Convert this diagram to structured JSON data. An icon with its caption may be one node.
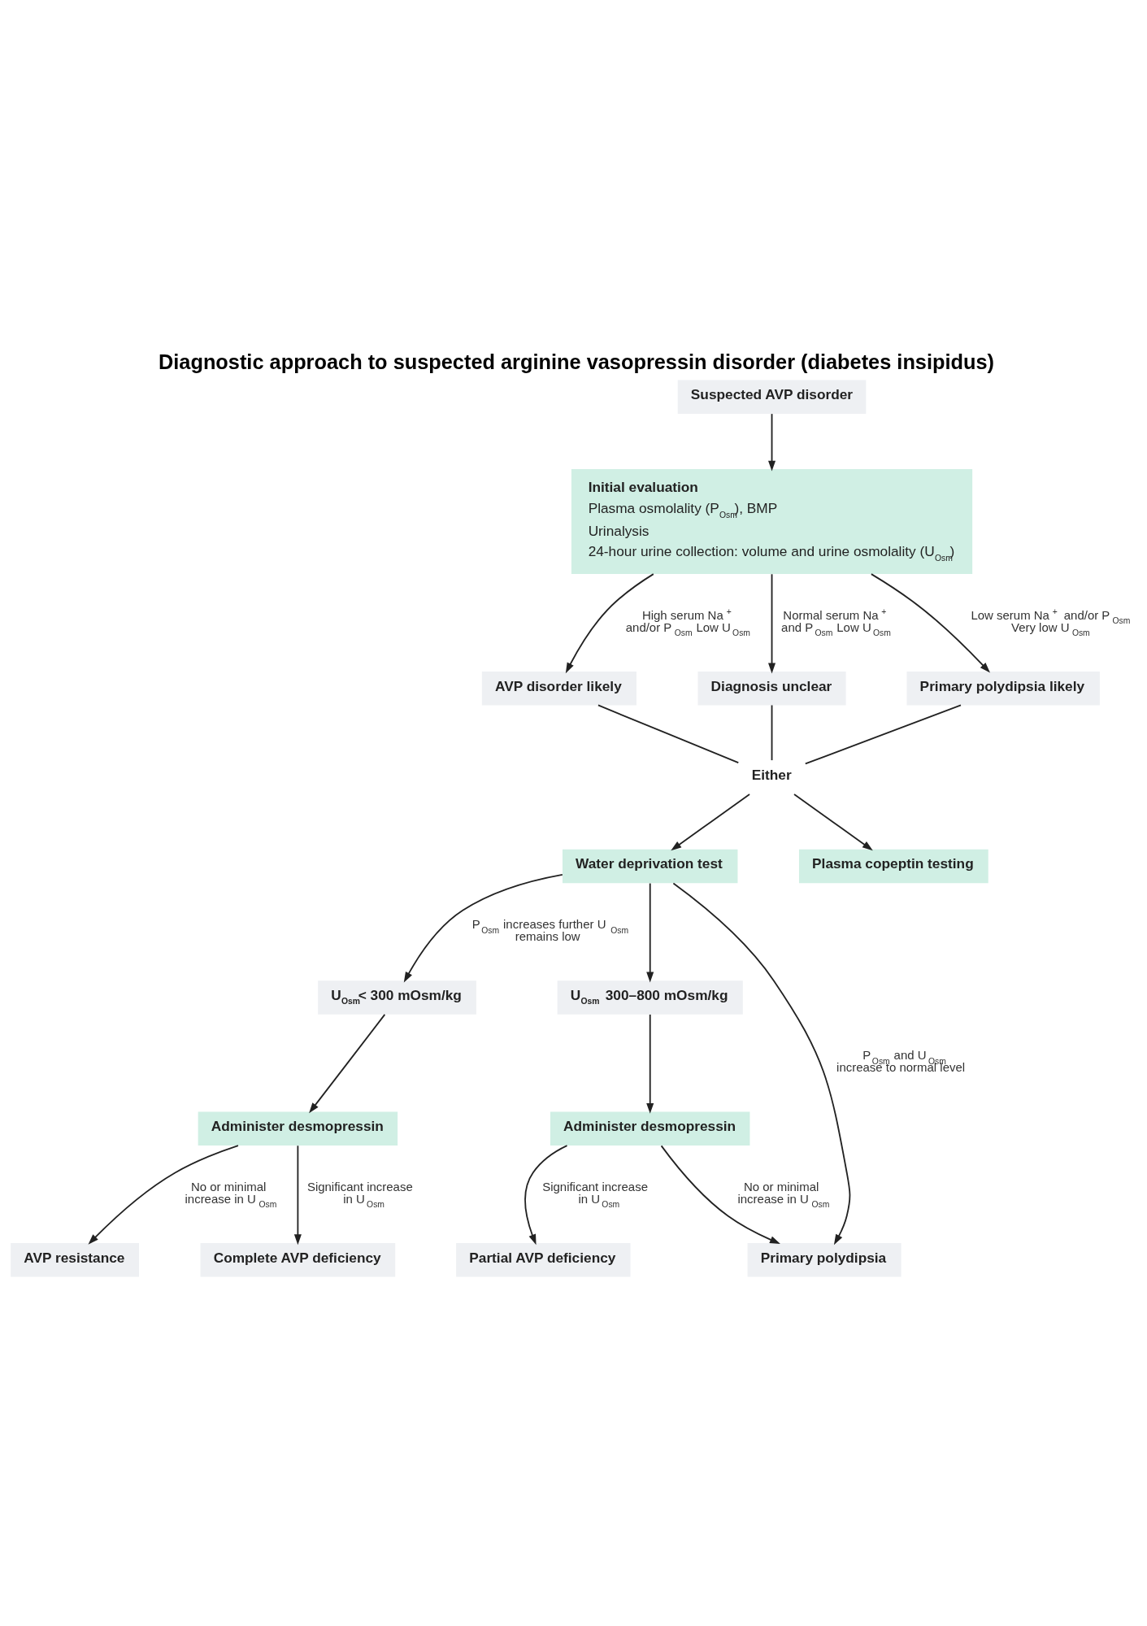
{
  "diagram": {
    "title": "Diagnostic approach to suspected arginine vasopressin disorder (diabetes insipidus)",
    "nodes": [
      {
        "text": [
          "Suspected AVP disorder"
        ]
      },
      {
        "text": [
          "Initial evaluation",
          "Plasma osmolality (P$_{Osm}$), BMP",
          "Urinalysis",
          "24-hour urine collection: volume and urine osmolality (U$_{Osm}$)"
        ]
      },
      {
        "text": [
          "AVP disorder likely"
        ]
      },
      {
        "text": [
          "Diagnosis unclear"
        ]
      },
      {
        "text": [
          "Primary polydipsia likely"
        ]
      },
      {
        "text": [
          "Either"
        ]
      },
      {
        "text": [
          "Water deprivation test"
        ]
      },
      {
        "text": [
          "Plasma copeptin testing"
        ]
      },
      {
        "text": [
          "U$_{Osm}$< 300 mOsm/kg"
        ]
      },
      {
        "text": [
          "U$_{Osm}$ 300–800 mOsm/kg"
        ]
      },
      {
        "text": [
          "Administer desmopressin"
        ]
      },
      {
        "text": [
          "Administer desmopressin"
        ]
      },
      {
        "text": [
          "AVP resistance"
        ]
      },
      {
        "text": [
          "Complete AVP deficiency"
        ]
      },
      {
        "text": [
          "Partial AVP deficiency"
        ]
      },
      {
        "text": [
          "Primary polydipsia"
        ]
      }
    ],
    "edges": [
      {
        "from": 0,
        "to": 1,
        "arrow": "to"
      },
      {
        "from": 1,
        "to": 2,
        "arrow": "to",
        "label": "High serum Na$^{+}$ and/or P$_{Osm}$ Low U$_{Osm}$"
      },
      {
        "from": 1,
        "to": 3,
        "arrow": "to",
        "label": "Normal serum Na$^{+}$ and P$_{Osm}$ Low U$_{Osm}$"
      },
      {
        "from": 1,
        "to": 4,
        "arrow": "to",
        "label": "Low serum Na$^{+}$ and/or P$_{Osm}$ Very low U$_{Osm}$"
      },
      {
        "from": 2,
        "to": 5,
        "arrow": "none"
      },
      {
        "from": 3,
        "to": 5,
        "arrow": "none"
      },
      {
        "from": 4,
        "to": 5,
        "arrow": "none"
      },
      {
        "from": 5,
        "to": 6,
        "arrow": "to"
      },
      {
        "from": 5,
        "to": 7,
        "arrow": "to"
      },
      {
        "from": 6,
        "to": 8,
        "arrow": "to",
        "label": "P$_{Osm}$ increases further U$_{Osm}$ remains low"
      },
      {
        "from": 6,
        "to": 9,
        "arrow": "to"
      },
      {
        "from": 6,
        "to": 15,
        "arrow": "to",
        "label": "P$_{Osm}$ and U$_{Osm}$ increase to normal level"
      },
      {
        "from": 8,
        "to": 10,
        "arrow": "to"
      },
      {
        "from": 9,
        "to": 11,
        "arrow": "to"
      },
      {
        "from": 10,
        "to": 12,
        "arrow": "to",
        "label": "No or minimal increase in U$_{Osm}$"
      },
      {
        "from": 10,
        "to": 13,
        "arrow": "to",
        "label": "Significant increase in U$_{Osm}$"
      },
      {
        "from": 11,
        "to": 14,
        "arrow": "to",
        "label": "Significant increase in U$_{Osm}$"
      },
      {
        "from": 11,
        "to": 15,
        "arrow": "to",
        "label": "No or minimal increase in U$_{Osm}$"
      }
    ]
  }
}
